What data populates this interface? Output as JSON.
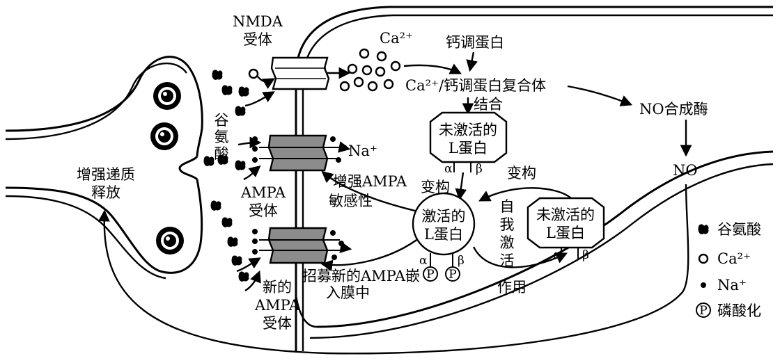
{
  "labels": {
    "nmda_receptor": "NMDA受体",
    "ca": "Ca²⁺",
    "calmodulin": "钙调蛋白",
    "ca_calmodulin_complex": "Ca²⁺/钙调蛋白复合体",
    "bind": "结合",
    "no_synthase": "NO合成酶",
    "no": "NO",
    "glutamate_vertical": "谷氨酸",
    "na": "Na⁺",
    "inactive_l_protein_1": "未激活的L蛋白",
    "alpha": "α",
    "beta": "β",
    "conformation_change_1": "变构",
    "conformation_change_2": "变构",
    "enhance_ampa_sensitivity": "增强AMPA敏感性",
    "ampa_receptor": "AMPA受体",
    "active_l_protein": "激活的L蛋白",
    "self_activation": "自我激活作用",
    "inactive_l_protein_2": "未激活的L蛋白",
    "recruit_new_ampa": "招募新的AMPA嵌入膜中",
    "new_ampa_receptor": "新的AMPA受体",
    "enhance_release": "增强递质释放",
    "phospho_letter": "P"
  },
  "legend": [
    {
      "icon": "glutamate-icon",
      "label": "谷氨酸"
    },
    {
      "icon": "ca-ion-icon",
      "label": "Ca²⁺"
    },
    {
      "icon": "na-ion-icon",
      "label": "Na⁺"
    },
    {
      "icon": "phosphorylation-icon",
      "label": "磷酸化"
    }
  ]
}
